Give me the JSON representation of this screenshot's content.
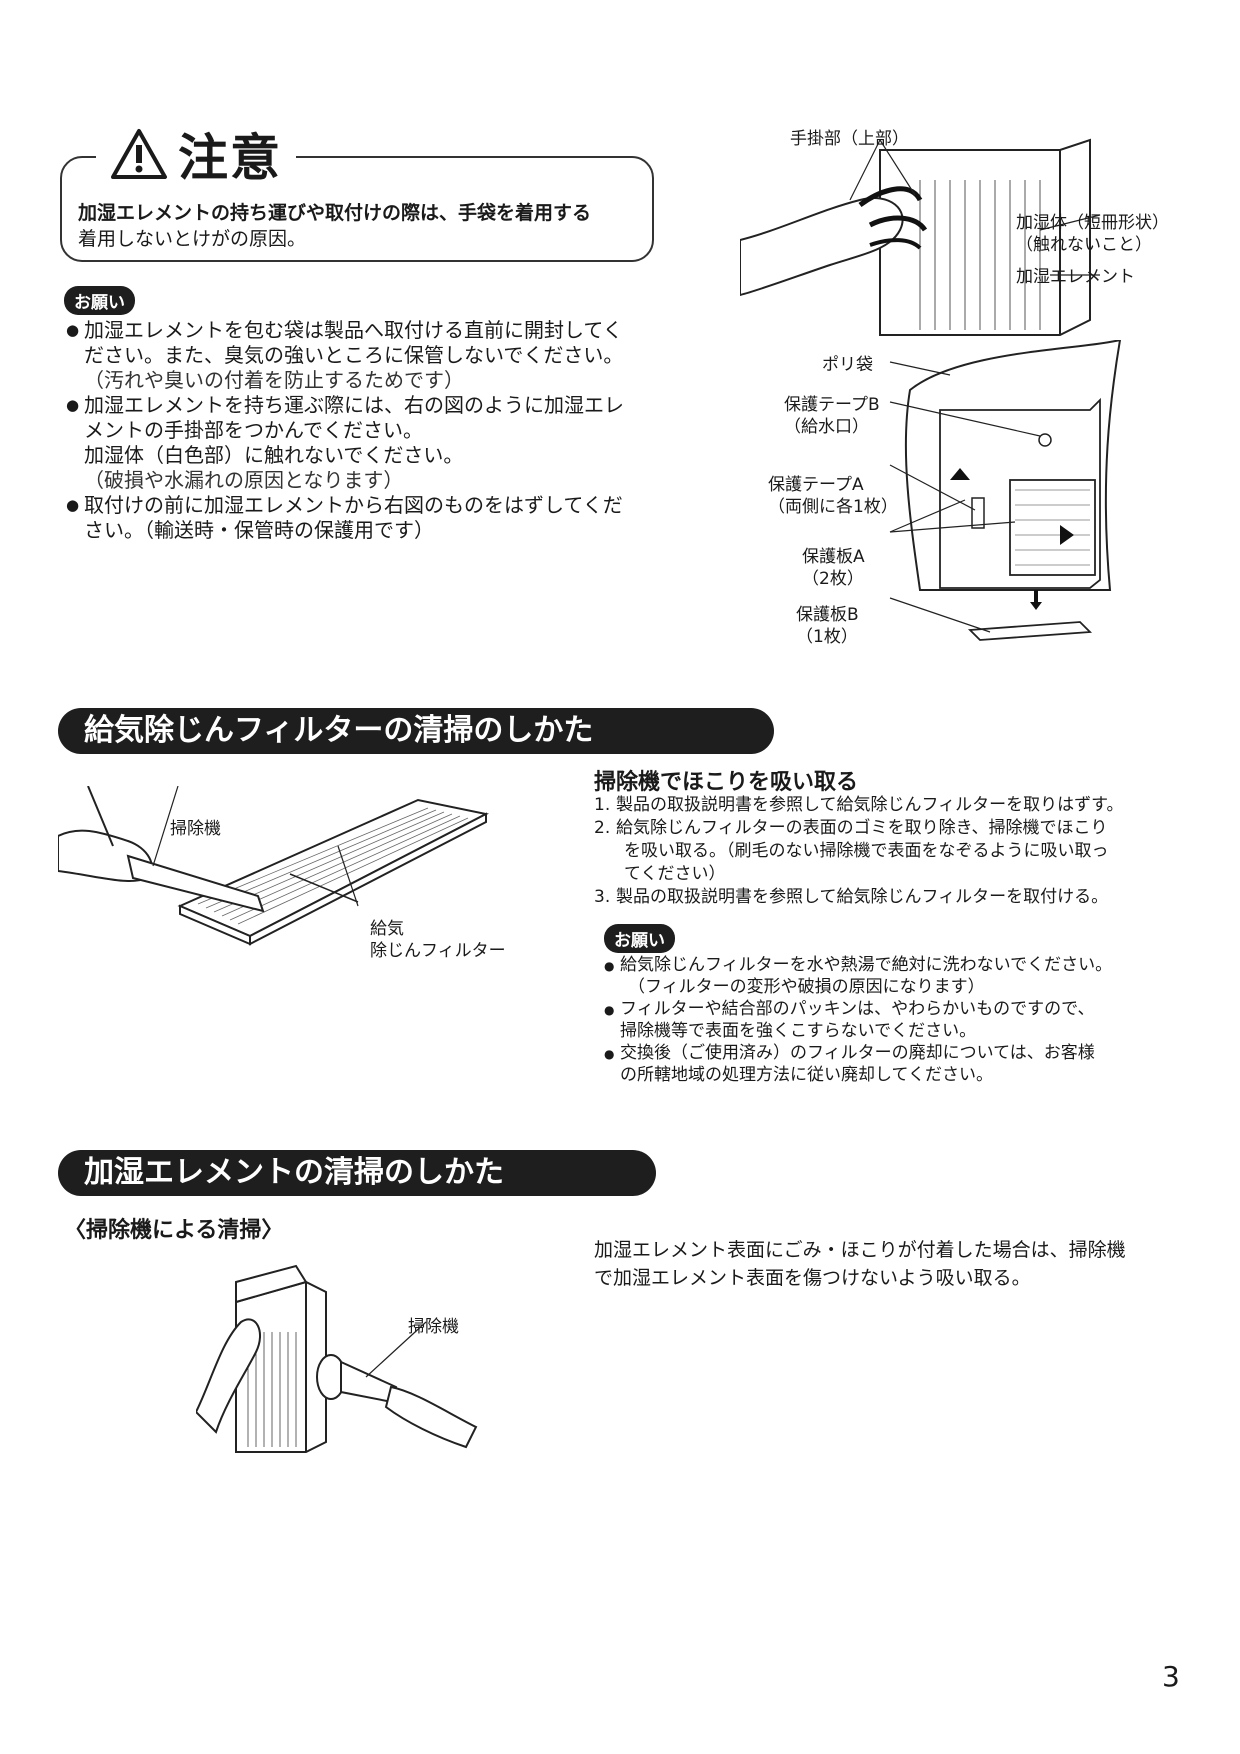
{
  "caution": {
    "title": "注意",
    "bold_text": "加湿エレメントの持ち運びや取付けの際は、手袋を着用する",
    "normal_text": "着用しないとけがの原因。"
  },
  "request1": {
    "badge": "お願い",
    "items": [
      {
        "line1": "加湿エレメントを包む袋は製品へ取付ける直前に開封してく",
        "line2": "ださい。また、臭気の強いところに保管しないでください。",
        "line3": "（汚れや臭いの付着を防止するためです）"
      },
      {
        "line1": "加湿エレメントを持ち運ぶ際には、右の図のように加湿エレ",
        "line2": "メントの手掛部をつかんでください。",
        "line3": "加湿体（白色部）に触れないでください。",
        "line4": "（破損や水漏れの原因となります）"
      },
      {
        "line1": "取付けの前に加湿エレメントから右図のものをはずしてくだ",
        "line2": "さい。（輸送時・保管時の保護用です）"
      }
    ]
  },
  "figure1": {
    "handle": "手掛部（上部）",
    "body1": "加湿体（短冊形状）",
    "body2": "（触れないこと）",
    "element": "加湿エレメント"
  },
  "figure2": {
    "bag": "ポリ袋",
    "tapeB1": "保護テープB",
    "tapeB2": "（給水口）",
    "tapeA1": "保護テープA",
    "tapeA2": "（両側に各1枚）",
    "plateA1": "保護板A",
    "plateA2": "（2枚）",
    "plateB1": "保護板B",
    "plateB2": "（1枚）"
  },
  "section1": {
    "title": "給気除じんフィルターの清掃のしかた",
    "fig_vacuum": "掃除機",
    "fig_filter1": "給気",
    "fig_filter2": "除じんフィルター",
    "steps_title": "掃除機でほこりを吸い取る",
    "steps": [
      {
        "num": "1.",
        "text": "製品の取扱説明書を参照して給気除じんフィルターを取りはずす。"
      },
      {
        "num": "2.",
        "text": "給気除じんフィルターの表面のゴミを取り除き、掃除機でほこり",
        "text2": "を吸い取る。（刷毛のない掃除機で表面をなぞるように吸い取っ",
        "text3": "てください）"
      },
      {
        "num": "3.",
        "text": "製品の取扱説明書を参照して給気除じんフィルターを取付ける。"
      }
    ],
    "badge": "お願い",
    "notes": [
      {
        "line1": "給気除じんフィルターを水や熱湯で絶対に洗わないでください。",
        "line2": "（フィルターの変形や破損の原因になります）"
      },
      {
        "line1": "フィルターや結合部のパッキンは、やわらかいものですので、",
        "line2": "掃除機等で表面を強くこすらないでください。"
      },
      {
        "line1": "交換後（ご使用済み）のフィルターの廃却については、お客様",
        "line2": "の所轄地域の処理方法に従い廃却してください。"
      }
    ]
  },
  "section2": {
    "title": "加湿エレメントの清掃のしかた",
    "subheading": "〈掃除機による清掃〉",
    "fig_vacuum": "掃除機",
    "para1": "加湿エレメント表面にごみ・ほこりが付着した場合は、掃除機",
    "para2": "で加湿エレメント表面を傷つけないよう吸い取る。"
  },
  "page_number": "3"
}
